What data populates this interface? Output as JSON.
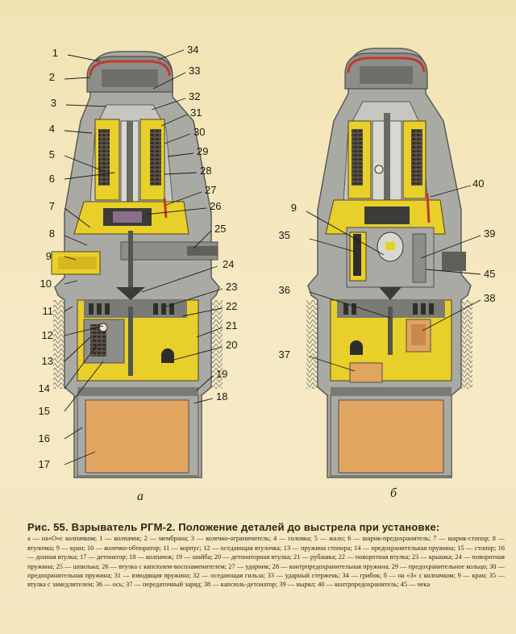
{
  "figure": {
    "left_sublabel": "а",
    "right_sublabel": "б",
    "left_callouts": [
      "1",
      "2",
      "3",
      "4",
      "5",
      "6",
      "7",
      "8",
      "9",
      "10",
      "11",
      "12",
      "13",
      "14",
      "15",
      "16",
      "17"
    ],
    "right_callouts_left_view": [
      "34",
      "33",
      "32",
      "31",
      "30",
      "29",
      "28",
      "27",
      "26",
      "25",
      "24",
      "23",
      "22",
      "21",
      "20",
      "19",
      "18"
    ],
    "right_view_callouts_left": [
      "9",
      "35",
      "36",
      "37"
    ],
    "right_view_callouts_right": [
      "40",
      "39",
      "45",
      "38"
    ]
  },
  "caption": {
    "title": "Рис. 55. Взрыватель РГМ-2. Положение деталей до выстрела при установке:",
    "body": "а — на«О»с колпачком; 1 — колпачок; 2 — мембрана; 3 — колечко-ограничитель; 4 — головка; 5 — жало; 6 — шарик-предохранитель; 7 — шарик-стопор; 8 — втулочка; 9 — кран; 10 — колечко-обтюратор; 11 — корпус; 12 — оседающая втулочка; 13 — пружина стопора; 14 — предохранительная пружина; 15 — стопор; 16 — донная втулка; 17 — детонатор; 18 — колпачок; 19 — шайба; 20 — детонаторная втулка; 21 — рубашка; 22 — поворотная втулка; 23 — крышка; 24 — поворотная пружина; 25 — шпилька; 26 — втулка с капсюлем-воспламенителем; 27 — ударник; 28 — контрпредохранительная пружина; 29 — предохранительное кольцо; 30 — предохранительная пружина; 31 — взводящая пружина; 32 — оседающая гильза; 33 — ударный стержень; 34 — грибок; б — на «З» с колпачком; 9 — кран; 35 — втулка с замедлителем; 36 — ось; 37 — передаточный заряд; 38 — капсюль-детонатор; 39 — нырял; 40 — контрпредохранитель; 45 — чека"
  },
  "colors": {
    "background": "#f3e6bb",
    "body_gray": "#a9aaa4",
    "yellow": "#e8cf2a",
    "orange_charge": "#e2a560",
    "red": "#c23a2a",
    "dark": "#3b3b38"
  }
}
